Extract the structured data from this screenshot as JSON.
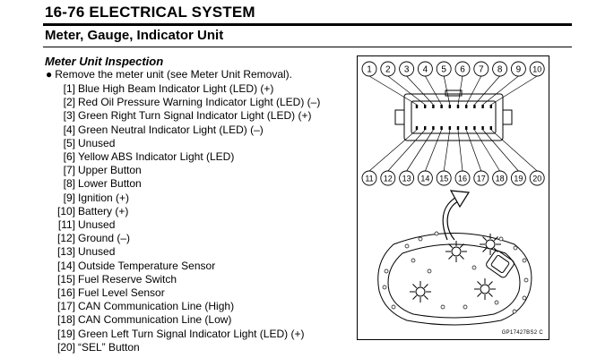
{
  "header": {
    "title": "16-76 ELECTRICAL SYSTEM"
  },
  "section": {
    "title": "Meter, Gauge, Indicator Unit"
  },
  "subsection": {
    "title": "Meter Unit Inspection"
  },
  "bullet": {
    "text": "Remove the meter unit (see Meter Unit Removal)."
  },
  "pins": [
    {
      "num": "[1]",
      "label": "Blue High Beam Indicator Light (LED) (+)"
    },
    {
      "num": "[2]",
      "label": "Red Oil Pressure Warning Indicator Light (LED) (–)"
    },
    {
      "num": "[3]",
      "label": "Green Right Turn Signal Indicator Light (LED) (+)"
    },
    {
      "num": "[4]",
      "label": "Green Neutral Indicator Light (LED) (–)"
    },
    {
      "num": "[5]",
      "label": "Unused"
    },
    {
      "num": "[6]",
      "label": "Yellow ABS Indicator Light (LED)"
    },
    {
      "num": "[7]",
      "label": "Upper Button"
    },
    {
      "num": "[8]",
      "label": "Lower Button"
    },
    {
      "num": "[9]",
      "label": "Ignition (+)"
    },
    {
      "num": "[10]",
      "label": "Battery (+)"
    },
    {
      "num": "[11]",
      "label": "Unused"
    },
    {
      "num": "[12]",
      "label": "Ground (–)"
    },
    {
      "num": "[13]",
      "label": "Unused"
    },
    {
      "num": "[14]",
      "label": "Outside Temperature Sensor"
    },
    {
      "num": "[15]",
      "label": "Fuel Reserve Switch"
    },
    {
      "num": "[16]",
      "label": "Fuel Level Sensor"
    },
    {
      "num": "[17]",
      "label": "CAN Communication Line (High)"
    },
    {
      "num": "[18]",
      "label": "CAN Communication Line (Low)"
    },
    {
      "num": "[19]",
      "label": "Green Left Turn Signal Indicator Light (LED) (+)"
    },
    {
      "num": "[20]",
      "label": "“SEL” Button"
    }
  ],
  "figure": {
    "top_pins": [
      "1",
      "2",
      "3",
      "4",
      "5",
      "6",
      "7",
      "8",
      "9",
      "10"
    ],
    "bottom_pins": [
      "11",
      "12",
      "13",
      "14",
      "15",
      "16",
      "17",
      "18",
      "19",
      "20"
    ],
    "code": "GP17427BS2  C"
  }
}
